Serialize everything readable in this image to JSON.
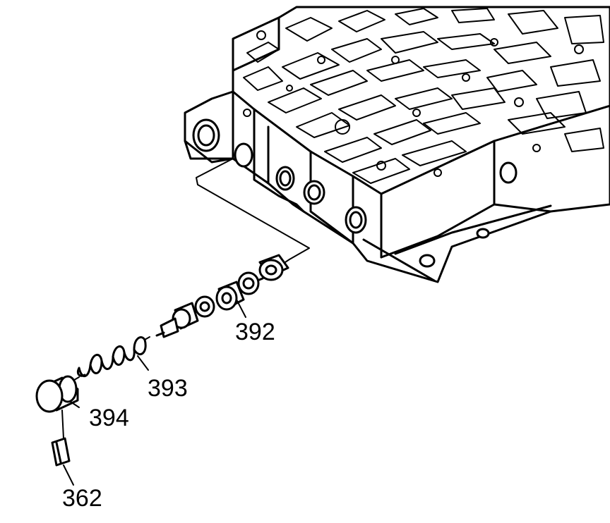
{
  "labels": {
    "valve": "392",
    "spring": "393",
    "bore_plug": "394",
    "retainer": "362"
  },
  "colors": {
    "ink": "#000000",
    "background": "#ffffff"
  }
}
